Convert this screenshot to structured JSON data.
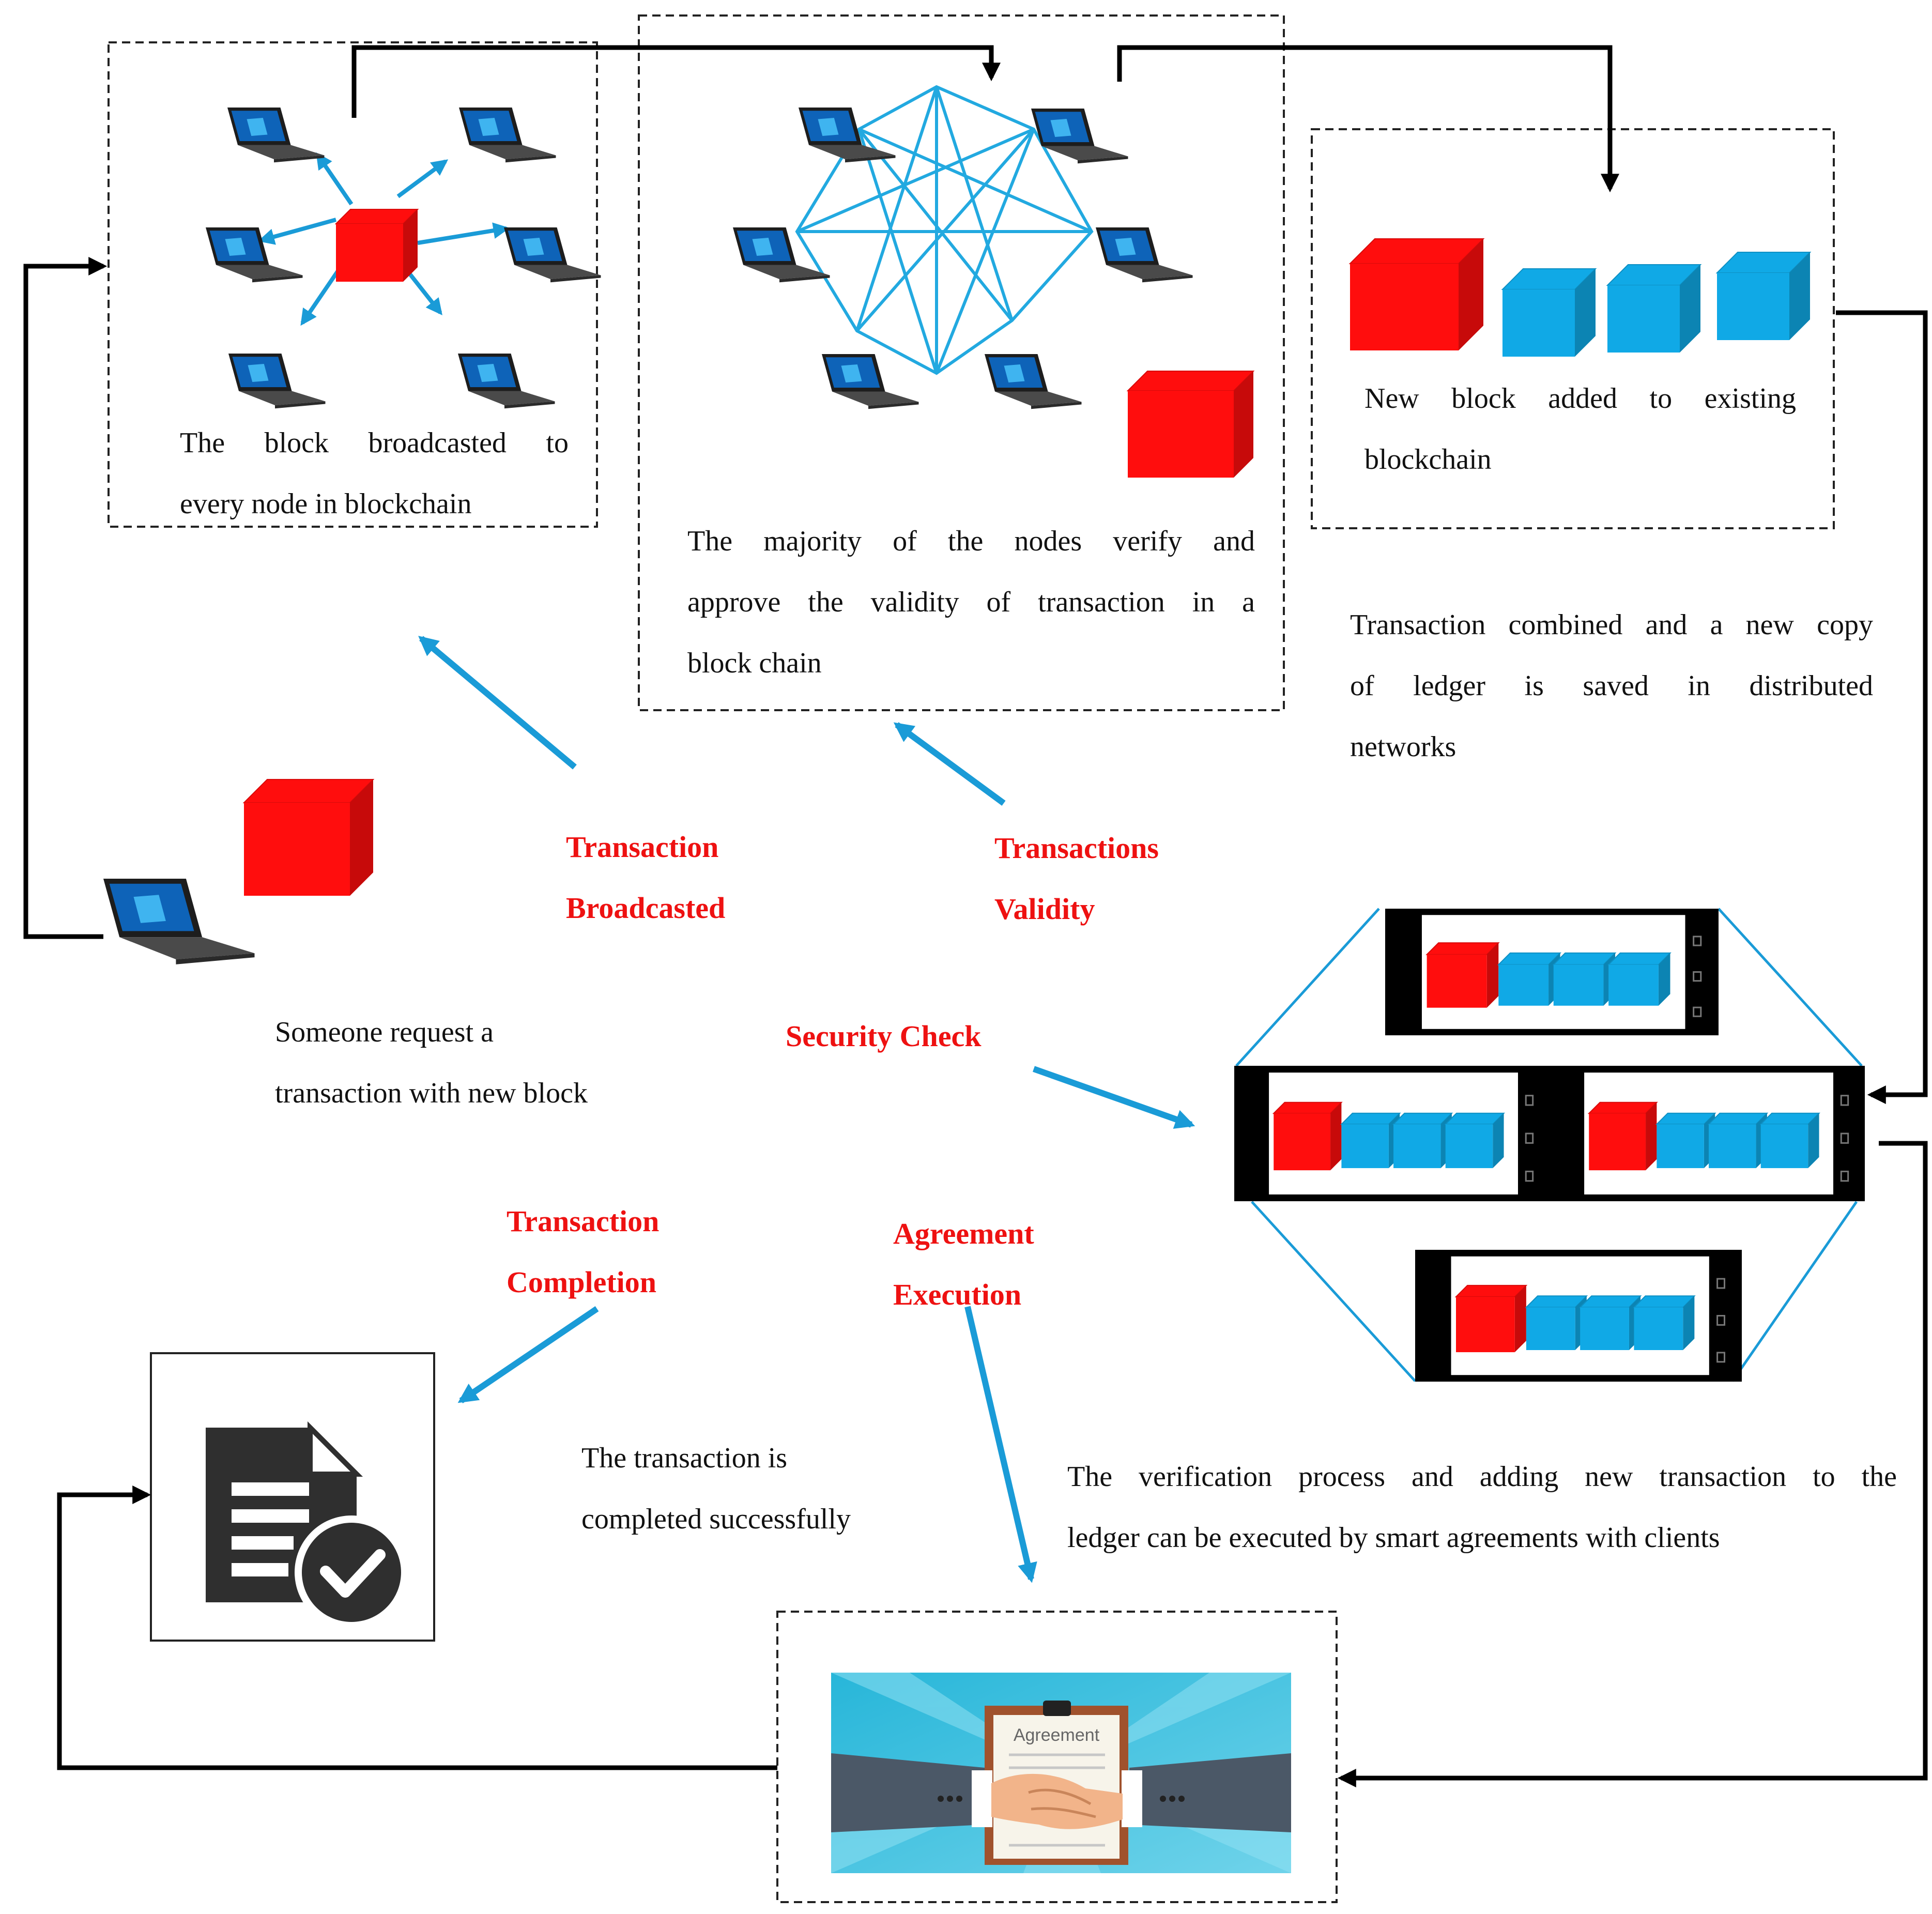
{
  "colors": {
    "block_red": "#ff0d0d",
    "block_blue": "#10a9e6",
    "arrow_blue": "#1a9bd7",
    "label_red": "#ee1111",
    "flow_black": "#000000"
  },
  "steps": {
    "request": {
      "caption": [
        "Someone request a",
        "transaction with new block"
      ]
    },
    "broadcast": {
      "caption": [
        "The block broadcasted to",
        "every node in blockchain"
      ]
    },
    "validation": {
      "caption": [
        "The majority of the nodes verify and",
        "approve the validity of transaction in a",
        "block chain"
      ]
    },
    "added": {
      "caption": [
        "New block added to existing",
        "blockchain"
      ]
    },
    "ledger": {
      "caption": [
        "Transaction combined and a new copy",
        "of ledger is saved in distributed",
        "networks"
      ]
    },
    "smart_agreement": {
      "caption": [
        "The verification process and adding new transaction to the",
        "ledger can be executed by smart agreements with clients"
      ]
    },
    "completion": {
      "caption": [
        "The transaction is",
        "completed successfully"
      ]
    }
  },
  "phase_labels": {
    "transaction_broadcasted": [
      "Transaction",
      "Broadcasted"
    ],
    "transactions_validity": [
      "Transactions",
      "Validity"
    ],
    "security_check": [
      "Security Check"
    ],
    "transaction_completion": [
      "Transaction",
      "Completion"
    ],
    "agreement_execution": [
      "Agreement",
      "Execution"
    ]
  },
  "agreement_image": {
    "document_title": "Agreement"
  },
  "icons": {
    "node": "laptop-icon",
    "block": "block-cube-icon",
    "device": "smartphone-icon",
    "completed": "document-check-icon",
    "handshake": "handshake-icon"
  }
}
